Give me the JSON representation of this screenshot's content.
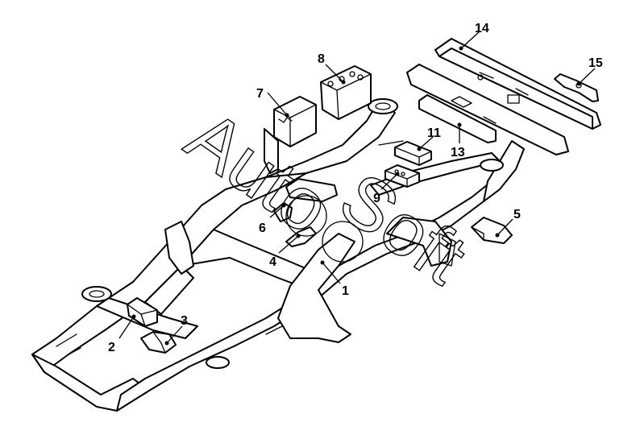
{
  "diagram": {
    "watermark": {
      "word_1": "Auto",
      "word_2": "Soft"
    },
    "callouts": [
      {
        "id": "1",
        "label": "1"
      },
      {
        "id": "2",
        "label": "2"
      },
      {
        "id": "3",
        "label": "3"
      },
      {
        "id": "4",
        "label": "4"
      },
      {
        "id": "5",
        "label": "5"
      },
      {
        "id": "6",
        "label": "6"
      },
      {
        "id": "7",
        "label": "7"
      },
      {
        "id": "8",
        "label": "8"
      },
      {
        "id": "9",
        "label": "9"
      },
      {
        "id": "11",
        "label": "11"
      },
      {
        "id": "13",
        "label": "13"
      },
      {
        "id": "14",
        "label": "14"
      },
      {
        "id": "15",
        "label": "15"
      }
    ],
    "colors": {
      "line": "#000000",
      "background": "#ffffff"
    }
  }
}
